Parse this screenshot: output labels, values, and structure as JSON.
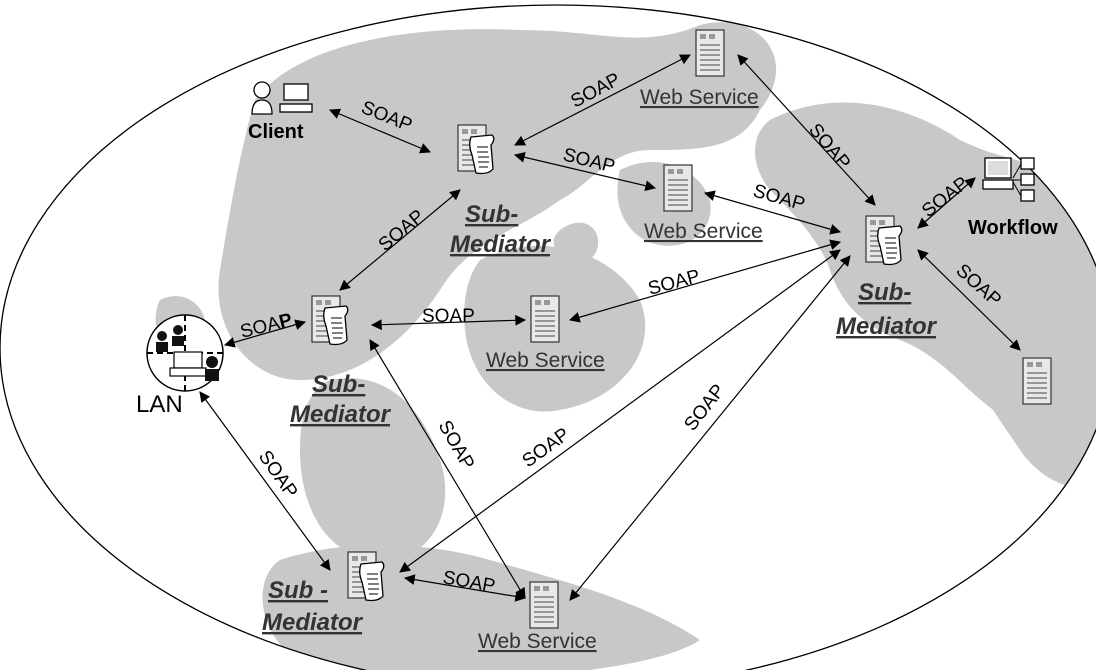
{
  "labels": {
    "client": "Client",
    "workflow": "Workflow",
    "lan": "LAN",
    "soap": "SOAP",
    "web_service": "Web Service",
    "sub_mediator_a": "Sub",
    "sub_mediator_a_dash": "-",
    "sub_mediator_b": "Mediator",
    "sub_mediator_sp_dash": " -",
    "soap_lan_prefix": "SOA",
    "soap_lan_suffix": "P"
  }
}
